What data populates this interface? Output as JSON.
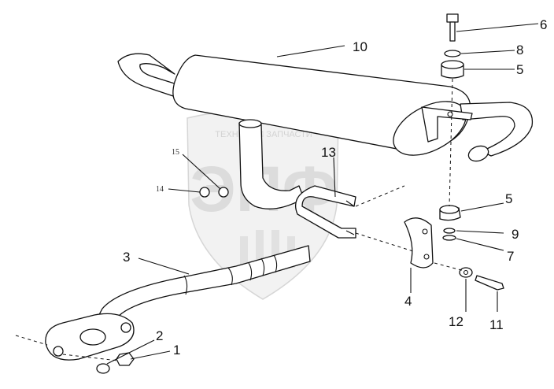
{
  "watermark": {
    "brand": "ЭПФ",
    "caption": "ТЕХНИКА И ЗАПЧАСТИ"
  },
  "callouts": {
    "c1": "1",
    "c2": "2",
    "c3": "3",
    "c4": "4",
    "c5a": "5",
    "c5b": "5",
    "c6": "6",
    "c7": "7",
    "c8": "8",
    "c9": "9",
    "c10": "10",
    "c11": "11",
    "c12": "12",
    "c13": "13",
    "c14": "14",
    "c15": "15"
  }
}
